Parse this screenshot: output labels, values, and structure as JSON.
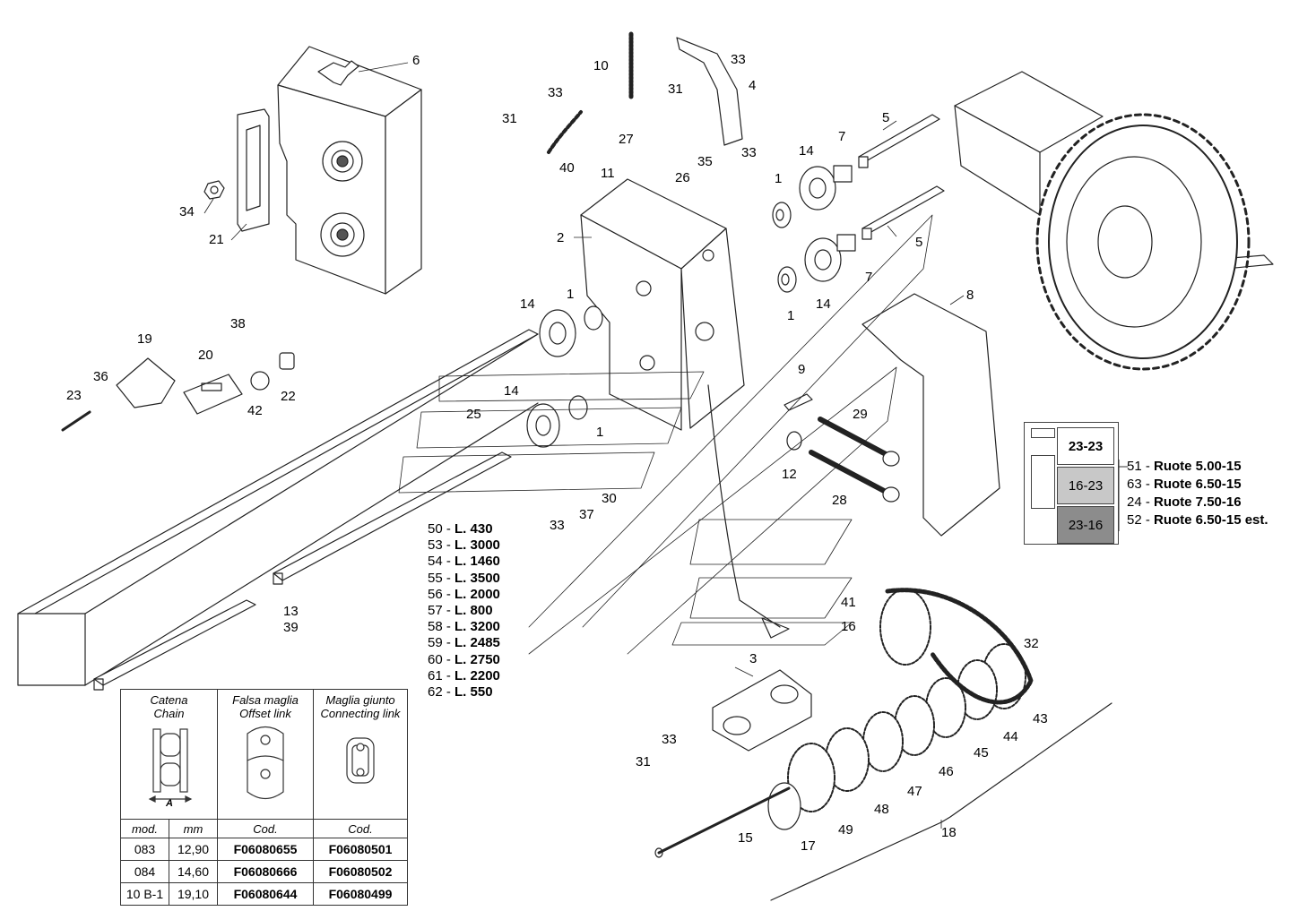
{
  "callouts": [
    {
      "id": "c6",
      "text": "6"
    },
    {
      "id": "c10",
      "text": "10"
    },
    {
      "id": "c33a",
      "text": "33"
    },
    {
      "id": "c4",
      "text": "4"
    },
    {
      "id": "c31a",
      "text": "31"
    },
    {
      "id": "c33b",
      "text": "33"
    },
    {
      "id": "c31b",
      "text": "31"
    },
    {
      "id": "c40",
      "text": "40"
    },
    {
      "id": "c27",
      "text": "27"
    },
    {
      "id": "c11",
      "text": "11"
    },
    {
      "id": "c35",
      "text": "35"
    },
    {
      "id": "c33c",
      "text": "33"
    },
    {
      "id": "c26",
      "text": "26"
    },
    {
      "id": "c5a",
      "text": "5"
    },
    {
      "id": "c14a",
      "text": "14"
    },
    {
      "id": "c7a",
      "text": "7"
    },
    {
      "id": "c1a",
      "text": "1"
    },
    {
      "id": "c34",
      "text": "34"
    },
    {
      "id": "c21",
      "text": "21"
    },
    {
      "id": "c2",
      "text": "2"
    },
    {
      "id": "c5b",
      "text": "5"
    },
    {
      "id": "c7b",
      "text": "7"
    },
    {
      "id": "c14b",
      "text": "14"
    },
    {
      "id": "c1b",
      "text": "1"
    },
    {
      "id": "c8",
      "text": "8"
    },
    {
      "id": "c14c",
      "text": "14"
    },
    {
      "id": "c1c",
      "text": "1"
    },
    {
      "id": "c38",
      "text": "38"
    },
    {
      "id": "c19",
      "text": "19"
    },
    {
      "id": "c20",
      "text": "20"
    },
    {
      "id": "c36",
      "text": "36"
    },
    {
      "id": "c23",
      "text": "23"
    },
    {
      "id": "c42",
      "text": "42"
    },
    {
      "id": "c22",
      "text": "22"
    },
    {
      "id": "c14d",
      "text": "14"
    },
    {
      "id": "c25",
      "text": "25"
    },
    {
      "id": "c1d",
      "text": "1"
    },
    {
      "id": "c9",
      "text": "9"
    },
    {
      "id": "c29",
      "text": "29"
    },
    {
      "id": "c12",
      "text": "12"
    },
    {
      "id": "c28",
      "text": "28"
    },
    {
      "id": "c30",
      "text": "30"
    },
    {
      "id": "c37",
      "text": "37"
    },
    {
      "id": "c33d",
      "text": "33"
    },
    {
      "id": "c13",
      "text": "13"
    },
    {
      "id": "c39",
      "text": "39"
    },
    {
      "id": "c41",
      "text": "41"
    },
    {
      "id": "c16",
      "text": "16"
    },
    {
      "id": "c32",
      "text": "32"
    },
    {
      "id": "c3",
      "text": "3"
    },
    {
      "id": "c43",
      "text": "43"
    },
    {
      "id": "c44",
      "text": "44"
    },
    {
      "id": "c45",
      "text": "45"
    },
    {
      "id": "c33e",
      "text": "33"
    },
    {
      "id": "c31c",
      "text": "31"
    },
    {
      "id": "c46",
      "text": "46"
    },
    {
      "id": "c47",
      "text": "47"
    },
    {
      "id": "c48",
      "text": "48"
    },
    {
      "id": "c49",
      "text": "49"
    },
    {
      "id": "c15",
      "text": "15"
    },
    {
      "id": "c17",
      "text": "17"
    },
    {
      "id": "c18",
      "text": "18"
    }
  ],
  "lengths": [
    {
      "num": "50 - ",
      "val": "L. 430"
    },
    {
      "num": "53 - ",
      "val": "L. 3000"
    },
    {
      "num": "54 - ",
      "val": "L. 1460"
    },
    {
      "num": "55 - ",
      "val": "L. 3500"
    },
    {
      "num": "56 - ",
      "val": "L. 2000"
    },
    {
      "num": "57 - ",
      "val": "L. 800"
    },
    {
      "num": "58 - ",
      "val": "L. 3200"
    },
    {
      "num": "59 - ",
      "val": "L. 2485"
    },
    {
      "num": "60 - ",
      "val": "L. 2750"
    },
    {
      "num": "61 - ",
      "val": "L. 2200"
    },
    {
      "num": "62 - ",
      "val": "L. 550"
    }
  ],
  "wheel_legend": {
    "cells": [
      "23-23",
      "16-23",
      "23-16"
    ],
    "lines": [
      {
        "num": "51 - ",
        "name": "Ruote 5.00-15"
      },
      {
        "num": "63 - ",
        "name": "Ruote 6.50-15"
      },
      {
        "num": "24 - ",
        "name": "Ruote 7.50-16"
      },
      {
        "num": "52 - ",
        "name": "Ruote 6.50-15 est."
      }
    ],
    "colors": {
      "c1": "#ffffff",
      "c2": "#c8c8c8",
      "c3": "#8c8c8c"
    }
  },
  "chain_table": {
    "headers": [
      {
        "it": "Catena",
        "en": "Chain"
      },
      {
        "it": "Falsa maglia",
        "en": "Offset link"
      },
      {
        "it": "Maglia giunto",
        "en": "Connecting link"
      }
    ],
    "dimension_label": "A",
    "subheaders": [
      "mod.",
      "mm",
      "Cod.",
      "Cod."
    ],
    "rows": [
      [
        "083",
        "12,90",
        "F06080655",
        "F06080501"
      ],
      [
        "084",
        "14,60",
        "F06080666",
        "F06080502"
      ],
      [
        "10 B-1",
        "19,10",
        "F06080644",
        "F06080499"
      ]
    ]
  }
}
